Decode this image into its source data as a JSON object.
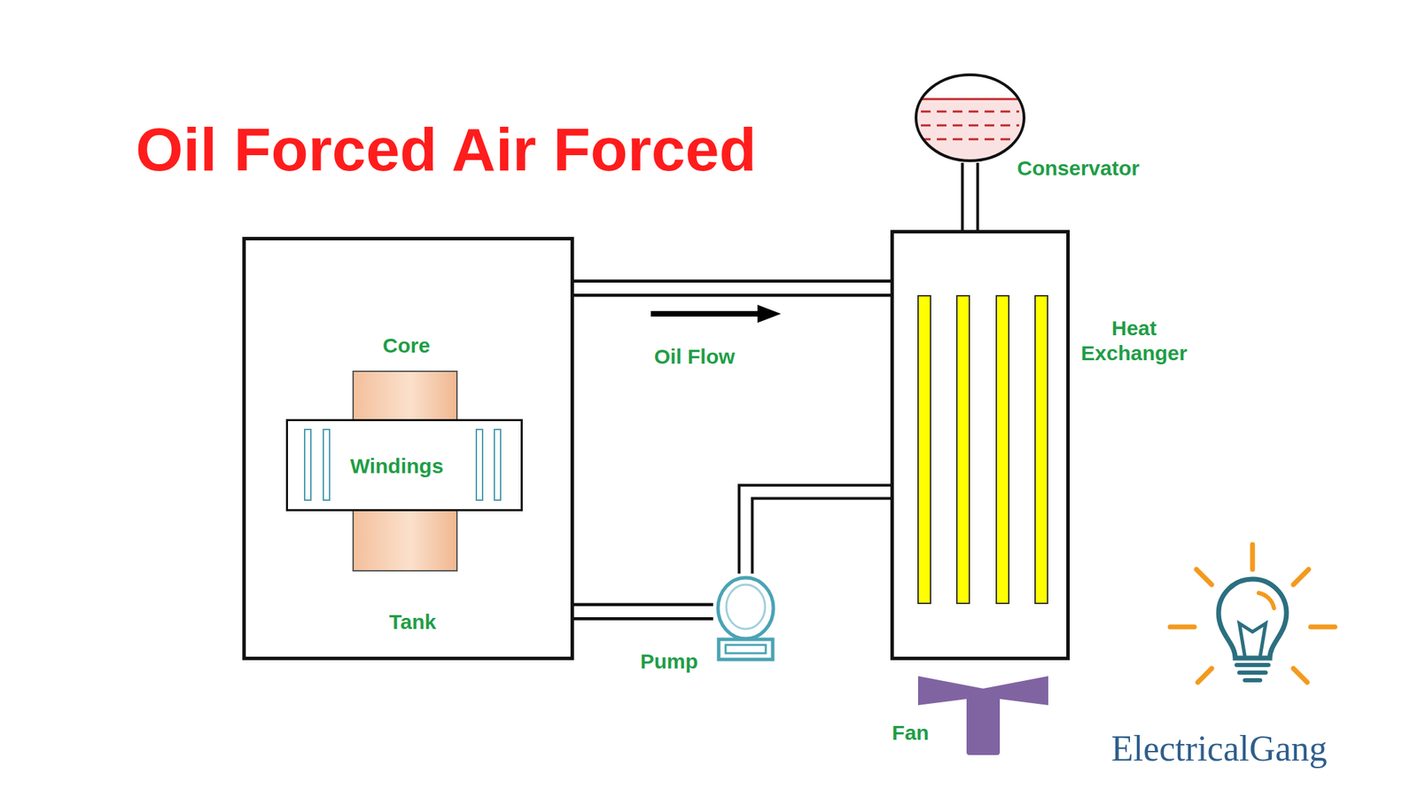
{
  "diagram": {
    "title": "Oil Forced Air Forced",
    "nodes": [
      {
        "text": [
          "Tank"
        ]
      },
      {
        "text": [
          "Core"
        ],
        "in": 0
      },
      {
        "text": [
          "Windings"
        ],
        "in": 0
      },
      {
        "text": [
          "Conservator"
        ]
      },
      {
        "text": [
          "Heat Exchanger"
        ]
      },
      {
        "text": [
          "Pump"
        ]
      },
      {
        "text": [
          "Fan"
        ]
      }
    ],
    "edges": [
      {
        "from": 0,
        "to": 4,
        "label": "Oil Flow",
        "arrow": "none"
      },
      {
        "from": 0,
        "to": 5,
        "arrow": "none"
      },
      {
        "from": 5,
        "to": 4,
        "arrow": "none"
      },
      {
        "from": 4,
        "to": 3,
        "arrow": "none"
      }
    ],
    "labels": [
      "ElectricalGang"
    ]
  }
}
